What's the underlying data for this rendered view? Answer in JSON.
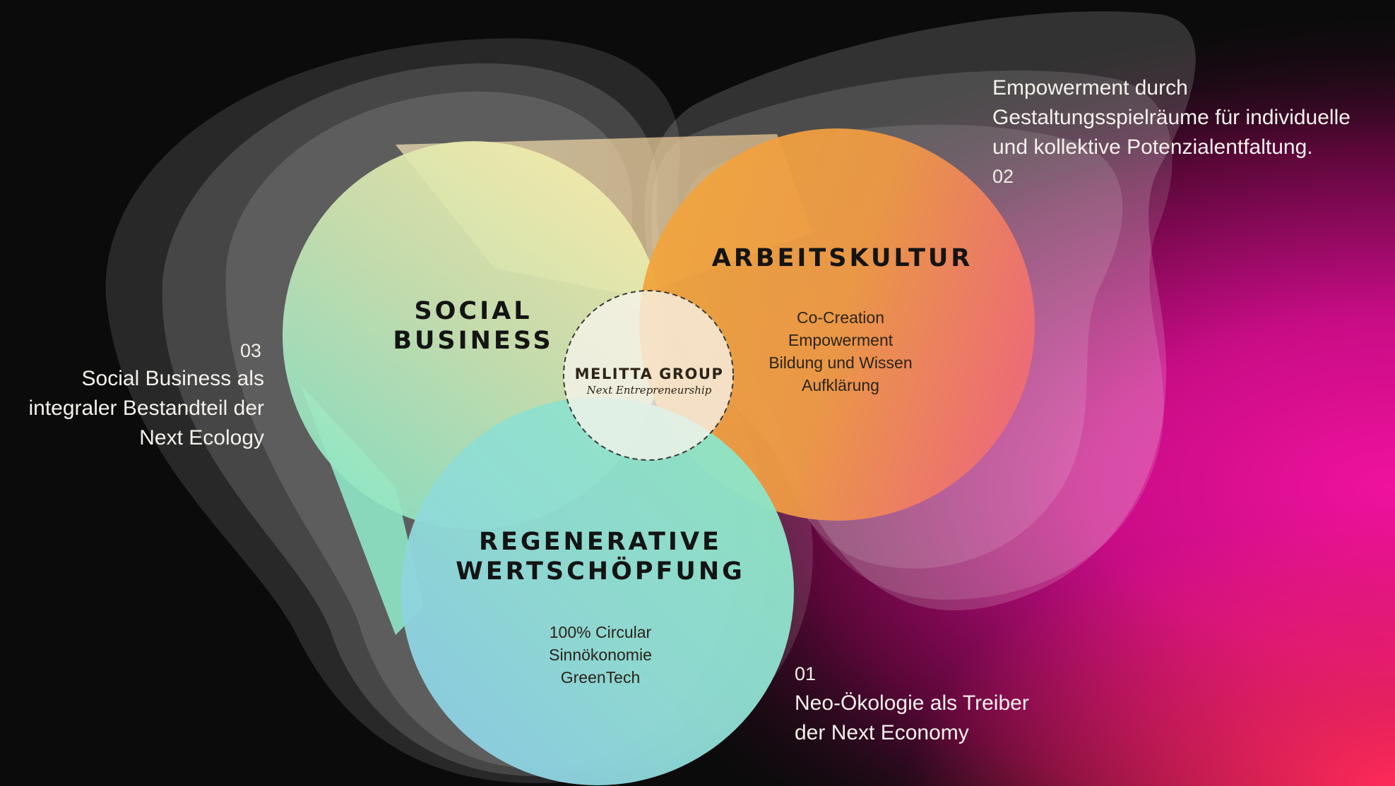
{
  "center": {
    "title": "MELITTA GROUP",
    "subtitle": "Next Entrepreneurship"
  },
  "circles": {
    "social": {
      "title": "SOCIAL\nBUSINESS",
      "items": []
    },
    "arbeitskultur": {
      "title": "ARBEITSKULTUR",
      "items": [
        "Co-Creation",
        "Empowerment",
        "Bildung und Wissen",
        "Aufklärung"
      ]
    },
    "regenerative": {
      "title": "REGENERATIVE\nWERTSCHÖPFUNG",
      "items": [
        "100% Circular",
        "Sinnökonomie",
        "GreenTech"
      ]
    }
  },
  "annotations": {
    "a01": {
      "number": "01",
      "text": "Neo-Ökologie als Treiber\nder Next Economy"
    },
    "a02": {
      "number": "02",
      "text": "Empowerment durch\nGestaltungsspielräume für individuelle\nund kollektive Potenzialentfaltung."
    },
    "a03": {
      "number": "03",
      "text": "Social Business als\nintegraler Bestandteil der\nNext Ecology"
    }
  },
  "colors": {
    "background": "#0b0b0b",
    "magenta": "#e0109a",
    "social_green": "#bfe8b8",
    "arbeitskultur_orange": "#f0a040",
    "arbeitskultur_red": "#f07070",
    "regenerative_teal": "#8fe6c6",
    "regenerative_blue": "#8fcfe8"
  }
}
